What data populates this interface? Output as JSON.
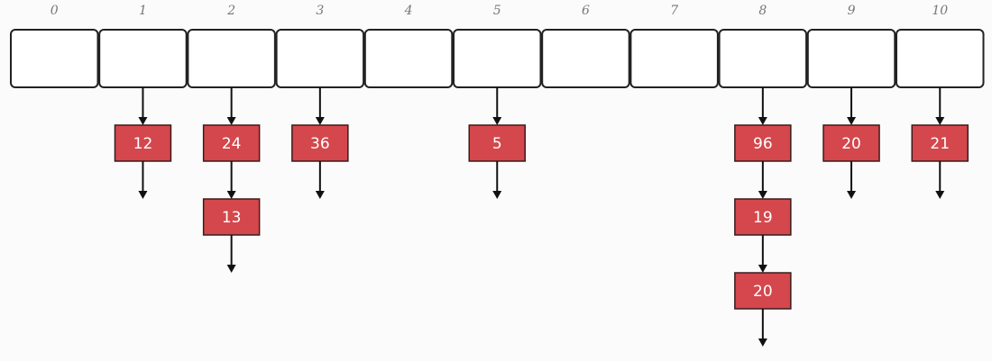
{
  "colors": {
    "node_fill": "#d4474c",
    "bucket_stroke": "#222222",
    "arrow": "#111111",
    "index_text": "#777777"
  },
  "buckets": [
    {
      "index": "0",
      "chain": []
    },
    {
      "index": "1",
      "chain": [
        "12"
      ]
    },
    {
      "index": "2",
      "chain": [
        "24",
        "13"
      ]
    },
    {
      "index": "3",
      "chain": [
        "36"
      ]
    },
    {
      "index": "4",
      "chain": []
    },
    {
      "index": "5",
      "chain": [
        "5"
      ]
    },
    {
      "index": "6",
      "chain": []
    },
    {
      "index": "7",
      "chain": []
    },
    {
      "index": "8",
      "chain": [
        "96",
        "19",
        "20"
      ]
    },
    {
      "index": "9",
      "chain": [
        "20"
      ]
    },
    {
      "index": "10",
      "chain": [
        "21"
      ]
    }
  ]
}
